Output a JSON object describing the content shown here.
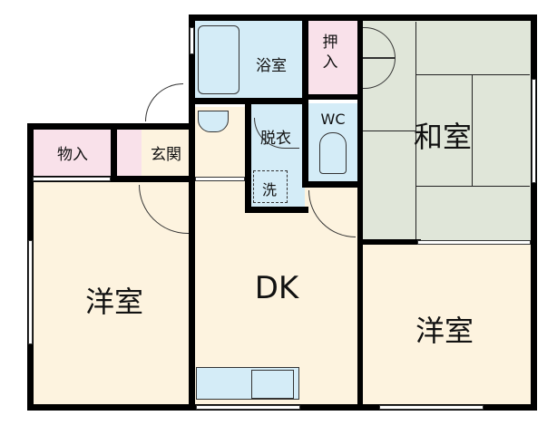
{
  "floor_plan": {
    "rooms": {
      "western_room_left": {
        "label": "洋室"
      },
      "dk": {
        "label": "DK"
      },
      "western_room_right": {
        "label": "洋室"
      },
      "japanese_room": {
        "label": "和室"
      },
      "bathroom": {
        "label": "浴室"
      },
      "closet_oshiire": {
        "label": "押入"
      },
      "toilet": {
        "label": "WC"
      },
      "dressing_room": {
        "label": "脱衣"
      },
      "washer_space": {
        "label": "洗"
      },
      "storage": {
        "label": "物入"
      },
      "entrance": {
        "label": "玄関"
      }
    },
    "colors": {
      "western_floor": "#fdf3df",
      "wet_area": "#d4ecf7",
      "storage": "#f9e1ea",
      "tatami": "#e0e6d9",
      "wall": "#000000"
    }
  }
}
